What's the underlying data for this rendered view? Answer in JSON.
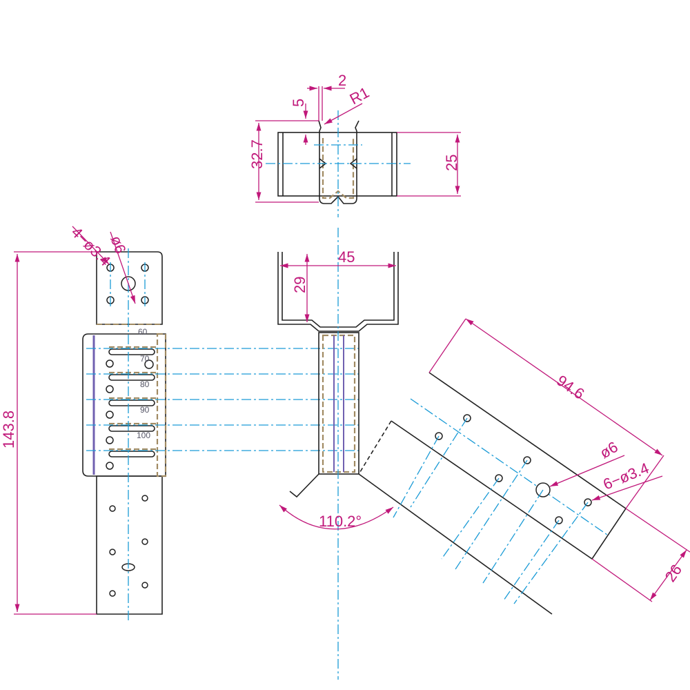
{
  "dimensions": {
    "thickness": "2",
    "lip": "5",
    "radius": "R1",
    "overall_height": "32.7",
    "body_height": "25",
    "width": "45",
    "depth": "29",
    "small_holes_left": "4−ø3.4",
    "large_hole_left": "ø6",
    "total_length": "143.8",
    "plate_length": "94.6",
    "large_hole_right": "ø6",
    "small_holes_right": "6−ø3.4",
    "plate_width": "26",
    "angle": "110.2°"
  },
  "scale_marks": [
    "60",
    "70",
    "80",
    "90",
    "100"
  ],
  "colors": {
    "dimension": "#c0187a",
    "centerline": "#1a9bd6",
    "hidden": "#a08a62"
  }
}
